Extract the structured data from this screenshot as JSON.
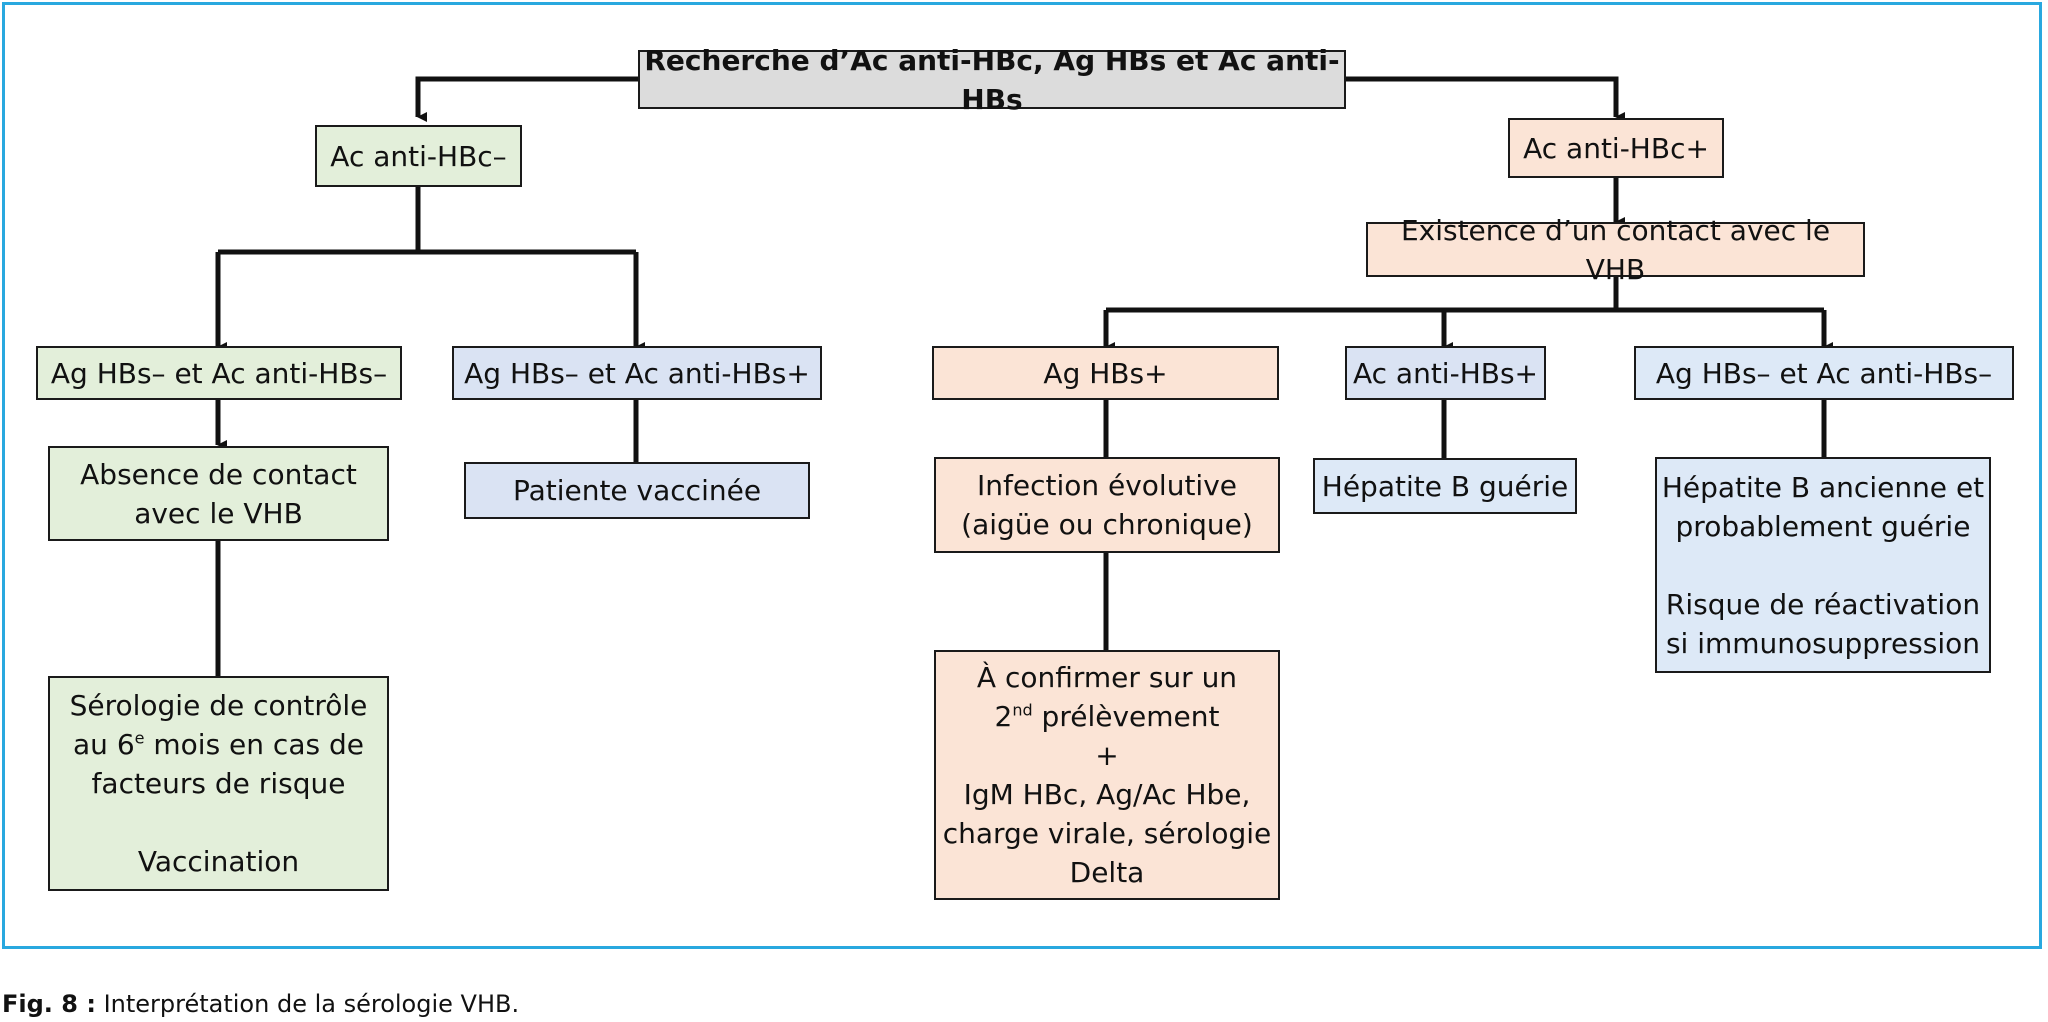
{
  "figure": {
    "root": "Recherche d’Ac anti-HBc, Ag HBs et Ac anti-HBs",
    "left": {
      "head": "Ac anti-HBc–",
      "branch1": {
        "label": "Ag HBs– et Ac anti-HBs–",
        "result": "Absence de contact\navec le VHB",
        "followup_line1": "Sérologie de contrôle",
        "followup_line2_pre": "au 6",
        "followup_line2_sup": "e",
        "followup_line2_post": " mois en cas de",
        "followup_line3": "facteurs de risque",
        "followup_line4": "Vaccination"
      },
      "branch2": {
        "label": "Ag HBs– et Ac anti-HBs+",
        "result": "Patiente vaccinée"
      }
    },
    "right": {
      "head": "Ac anti-HBc+",
      "contact": "Existence d’un contact avec le VHB",
      "branch1": {
        "label": "Ag HBs+",
        "result": "Infection évolutive\n(aigüe ou chronique)",
        "followup_line1": "À confirmer sur un",
        "followup_line2_pre": "2",
        "followup_line2_sup": "nd",
        "followup_line2_post": " prélèvement",
        "followup_line3": "+",
        "followup_line4": "IgM HBc, Ag/Ac Hbe,\ncharge virale, sérologie\nDelta"
      },
      "branch2": {
        "label": "Ac anti-HBs+",
        "result": "Hépatite B guérie"
      },
      "branch3": {
        "label": "Ag HBs– et Ac anti-HBs–",
        "result": "Hépatite B ancienne et\nprobablement guérie\n\nRisque de réactivation\nsi immunosuppression"
      }
    }
  },
  "caption": {
    "label": "Fig. 8 :",
    "text": " Interprétation de la sérologie VHB."
  },
  "colors": {
    "frame": "#29a8df",
    "root": "#dcdcdc",
    "negative_path": "#e3efda",
    "vaccinated": "#dae3f3",
    "positive_path": "#fbe4d6",
    "immune": "#dde9f7"
  }
}
